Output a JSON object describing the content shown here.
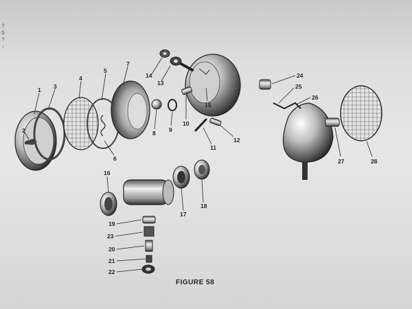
{
  "figure": {
    "caption": "FIGURE 58",
    "margin_marks": [
      "?",
      "S",
      "?",
      ":"
    ]
  },
  "callouts": [
    "1",
    "2",
    "3",
    "4",
    "5",
    "6",
    "7",
    "8",
    "9",
    "10",
    "11",
    "12",
    "13",
    "14",
    "15",
    "16",
    "17",
    "18",
    "19",
    "20",
    "21",
    "22",
    "23",
    "24",
    "25",
    "26",
    "27",
    "28"
  ]
}
